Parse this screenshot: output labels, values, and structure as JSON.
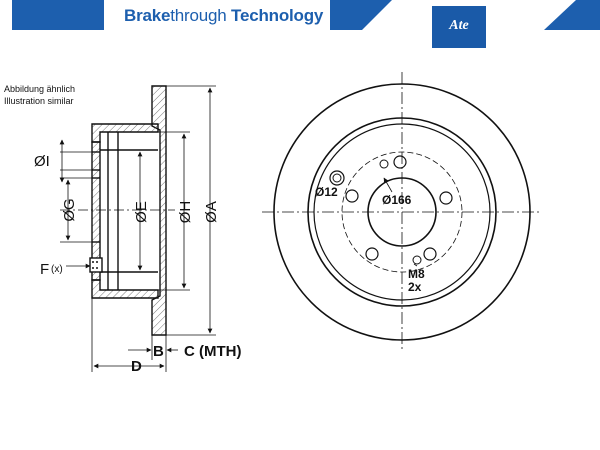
{
  "header": {
    "brand_bold": "Brake",
    "brand_light": "through",
    "brand_tail": " Technology",
    "logo_text": "Ate"
  },
  "notes": {
    "line1": "Abbildung ähnlich",
    "line2": "Illustration similar"
  },
  "side_view": {
    "dimension_labels": {
      "I": "ØI",
      "G": "ØG",
      "E": "ØE",
      "H": "ØH",
      "A": "ØA",
      "F": "F",
      "F_sub": "(x)",
      "B": "B",
      "C": "C (MTH)",
      "D": "D"
    }
  },
  "front_view": {
    "center_bore": "Ø166",
    "pilot_hole": "Ø12",
    "thread": "M8",
    "thread_count": "2x"
  },
  "colors": {
    "brand_blue": "#1d5fae",
    "logo_blue": "#1a5aa8",
    "line": "#111111"
  }
}
